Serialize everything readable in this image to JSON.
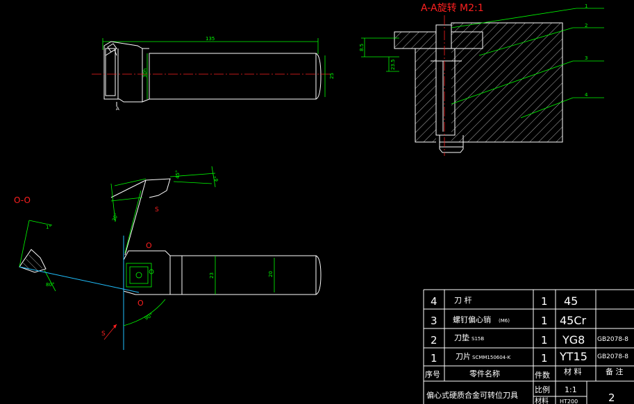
{
  "colors": {
    "background": "#000000",
    "lines": "#ffffff",
    "dimensions": "#00ff00",
    "labels": "#ff2020",
    "axis": "#20c0ff"
  },
  "section_title": "A-A旋转 M2:1",
  "top_view": {
    "length_dim": "135",
    "height_dim": "30h",
    "shank_dim": "25",
    "section_mark": "A"
  },
  "section_view": {
    "dim_a": "8.5",
    "dim_b": "23.5",
    "callouts": [
      "1",
      "2",
      "3",
      "4"
    ]
  },
  "detail_view": {
    "label": "O-O",
    "angle_top": "45°",
    "angle_mid": "30°",
    "angle_small": "1°",
    "angle_top_right": "6°",
    "angle_side": "80°",
    "angle_bottom": "90°",
    "shank_dims": [
      "23",
      "20"
    ],
    "marks": {
      "s_upper": "S",
      "o_upper": "O",
      "o_lower": "O",
      "s_lower": "S"
    }
  },
  "parts_table": {
    "rows": [
      {
        "no": "4",
        "name": "刀 杆",
        "qty": "1",
        "material": "45",
        "note": ""
      },
      {
        "no": "3",
        "name": "螺钉偏心销",
        "name_small": "(M6)",
        "qty": "1",
        "material": "45Cr",
        "note": ""
      },
      {
        "no": "2",
        "name": "刀垫",
        "name_small": "S15B",
        "qty": "1",
        "material": "YG8",
        "note": "GB2078-8"
      },
      {
        "no": "1",
        "name": "刀片",
        "name_small": "SCMM150604-K",
        "qty": "1",
        "material": "YT15",
        "note": "GB2078-8"
      }
    ],
    "header": {
      "no": "序号",
      "name": "零件名称",
      "qty": "件数",
      "material": "材 料",
      "note": "备 注"
    },
    "title_block": {
      "title": "偏心式硬质合金可转位刀具",
      "scale_label": "比例",
      "scale_value": "1:1",
      "material_label": "材料",
      "material_value": "HT200",
      "sheet": "2"
    }
  }
}
